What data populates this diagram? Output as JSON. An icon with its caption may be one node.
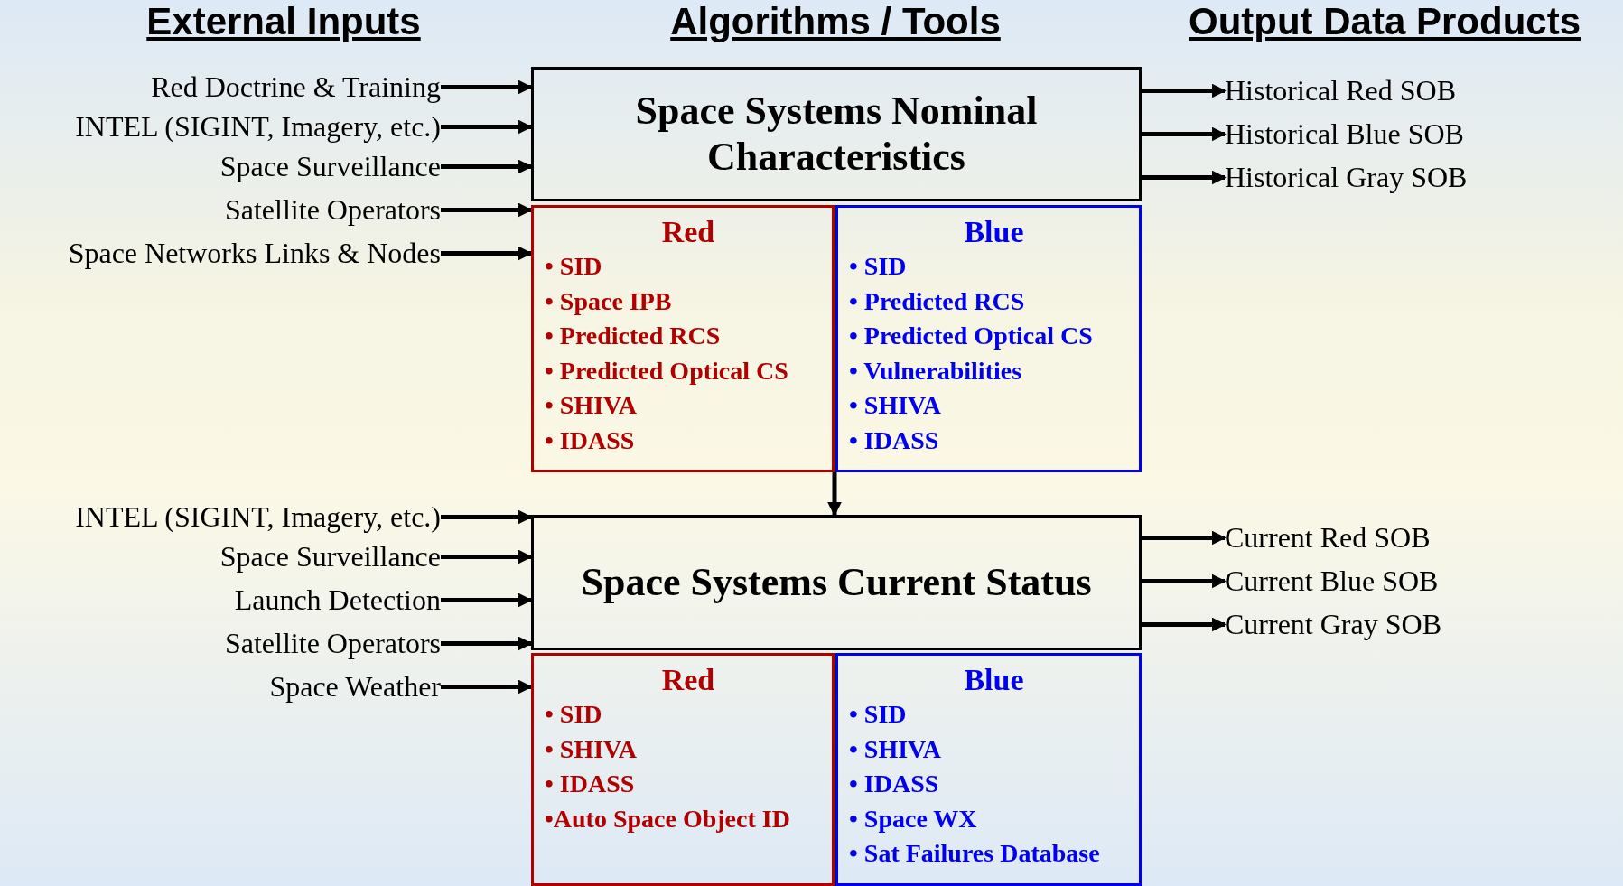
{
  "diagram": {
    "nodes": [
      {
        "text": [
          "Space Systems Nominal Characteristics"
        ]
      },
      {
        "text": [
          "Red",
          "• SID",
          "• Space IPB",
          "• Predicted RCS",
          "• Predicted Optical CS",
          "• SHIVA",
          "• IDASS"
        ]
      },
      {
        "text": [
          "Blue",
          "• SID",
          "• Predicted RCS",
          "• Predicted Optical CS",
          "• Vulnerabilities",
          "• SHIVA",
          "• IDASS"
        ]
      },
      {
        "text": [
          "Space Systems Current Status"
        ]
      },
      {
        "text": [
          "Red",
          "• SID",
          "• SHIVA",
          "• IDASS",
          "•Auto Space Object ID"
        ]
      },
      {
        "text": [
          "Blue",
          "• SID",
          "• SHIVA",
          "• IDASS",
          "• Space WX",
          "• Sat Failures Database"
        ]
      },
      {
        "text": [
          "Red Doctrine & Training"
        ]
      },
      {
        "text": [
          "INTEL (SIGINT, Imagery, etc.)"
        ]
      },
      {
        "text": [
          "Space Surveillance"
        ]
      },
      {
        "text": [
          "Satellite Operators"
        ]
      },
      {
        "text": [
          "Space Networks Links & Nodes"
        ]
      },
      {
        "text": [
          "INTEL (SIGINT, Imagery, etc.)"
        ]
      },
      {
        "text": [
          "Space Surveillance"
        ]
      },
      {
        "text": [
          "Launch Detection"
        ]
      },
      {
        "text": [
          "Satellite Operators"
        ]
      },
      {
        "text": [
          "Space Weather"
        ]
      },
      {
        "text": [
          "Historical Red SOB"
        ]
      },
      {
        "text": [
          "Historical Blue SOB"
        ]
      },
      {
        "text": [
          "Historical Gray SOB"
        ]
      },
      {
        "text": [
          "Current Red SOB"
        ]
      },
      {
        "text": [
          "Current Blue SOB"
        ]
      },
      {
        "text": [
          "Current Gray SOB"
        ]
      }
    ],
    "edges": [
      {
        "from": 6,
        "to": 0,
        "arrow": "to"
      },
      {
        "from": 7,
        "to": 0,
        "arrow": "to"
      },
      {
        "from": 8,
        "to": 0,
        "arrow": "to"
      },
      {
        "from": 9,
        "to": 1,
        "arrow": "to"
      },
      {
        "from": 10,
        "to": 1,
        "arrow": "to"
      },
      {
        "from": 0,
        "to": 16,
        "arrow": "to"
      },
      {
        "from": 0,
        "to": 17,
        "arrow": "to"
      },
      {
        "from": 0,
        "to": 18,
        "arrow": "to"
      },
      {
        "from": 1,
        "to": 3,
        "arrow": "to"
      },
      {
        "from": 11,
        "to": 3,
        "arrow": "to"
      },
      {
        "from": 12,
        "to": 3,
        "arrow": "to"
      },
      {
        "from": 13,
        "to": 3,
        "arrow": "to"
      },
      {
        "from": 14,
        "to": 3,
        "arrow": "to"
      },
      {
        "from": 15,
        "to": 4,
        "arrow": "to"
      },
      {
        "from": 3,
        "to": 19,
        "arrow": "to"
      },
      {
        "from": 3,
        "to": 20,
        "arrow": "to"
      },
      {
        "from": 3,
        "to": 21,
        "arrow": "to"
      }
    ],
    "labels": [
      "External Inputs",
      "Algorithms / Tools",
      "Output Data Products"
    ]
  }
}
